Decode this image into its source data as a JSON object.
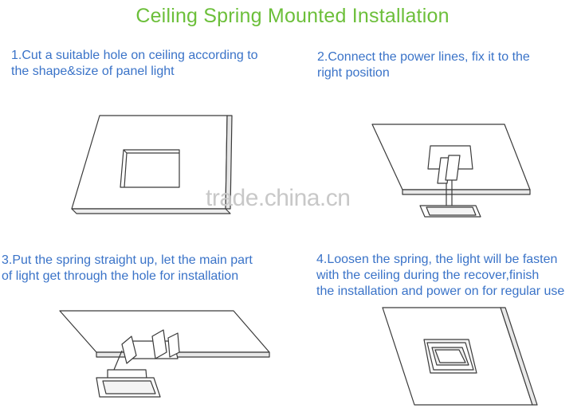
{
  "title": "Ceiling Spring Mounted Installation",
  "steps": [
    "1.Cut a suitable hole on ceiling according to\n the shape&size of panel light",
    "2.Connect the power lines, fix it to the\n right position",
    "3.Put the spring straight up, let the main part\n of light get through the hole for installation",
    "4.Loosen the spring, the light will be fasten\n with the ceiling during the recover,finish\n the installation and power on for regular use"
  ],
  "watermark": "trade.china.cn",
  "colors": {
    "title": "#6cbf3a",
    "steps": "#3a73c8",
    "watermark": "#c8c8c8",
    "line": "#3a3a3a"
  }
}
